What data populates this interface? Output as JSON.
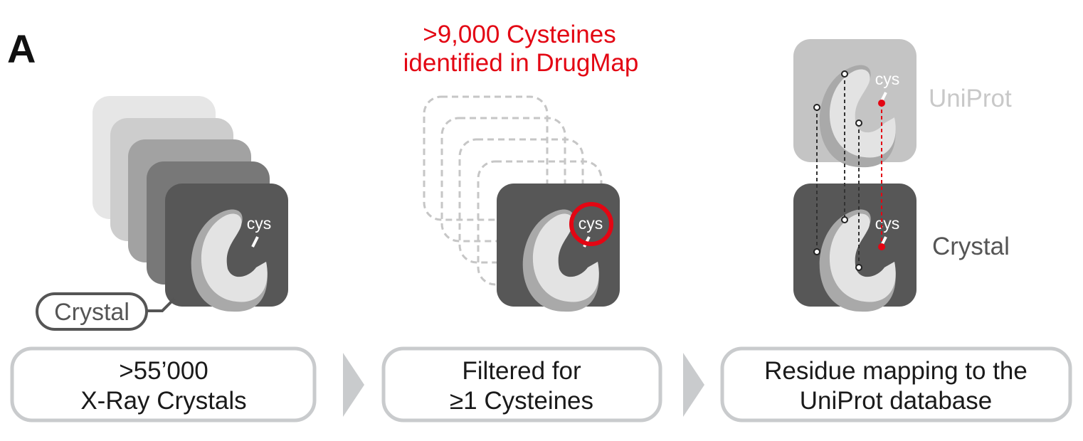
{
  "panel_label": "A",
  "highlight_title": {
    "line1": ">9,000 Cysteines",
    "line2": "identified in DrugMap"
  },
  "residue_label": "cys",
  "crystal_tag": "Crystal",
  "uniprot_label": "UniProt",
  "crystal_label": "Crystal",
  "steps": [
    {
      "line1": ">55’000",
      "line2": "X-Ray Crystals"
    },
    {
      "line1": "Filtered for",
      "line2": "≥1 Cysteines"
    },
    {
      "line1": "Residue mapping to the",
      "line2": "UniProt database"
    }
  ],
  "colors": {
    "highlight": "#e30613",
    "dark_card": "#575757",
    "light_card": "#c4c4c4",
    "step_border": "#c9cbcd",
    "chevron": "#c9cbcd"
  }
}
